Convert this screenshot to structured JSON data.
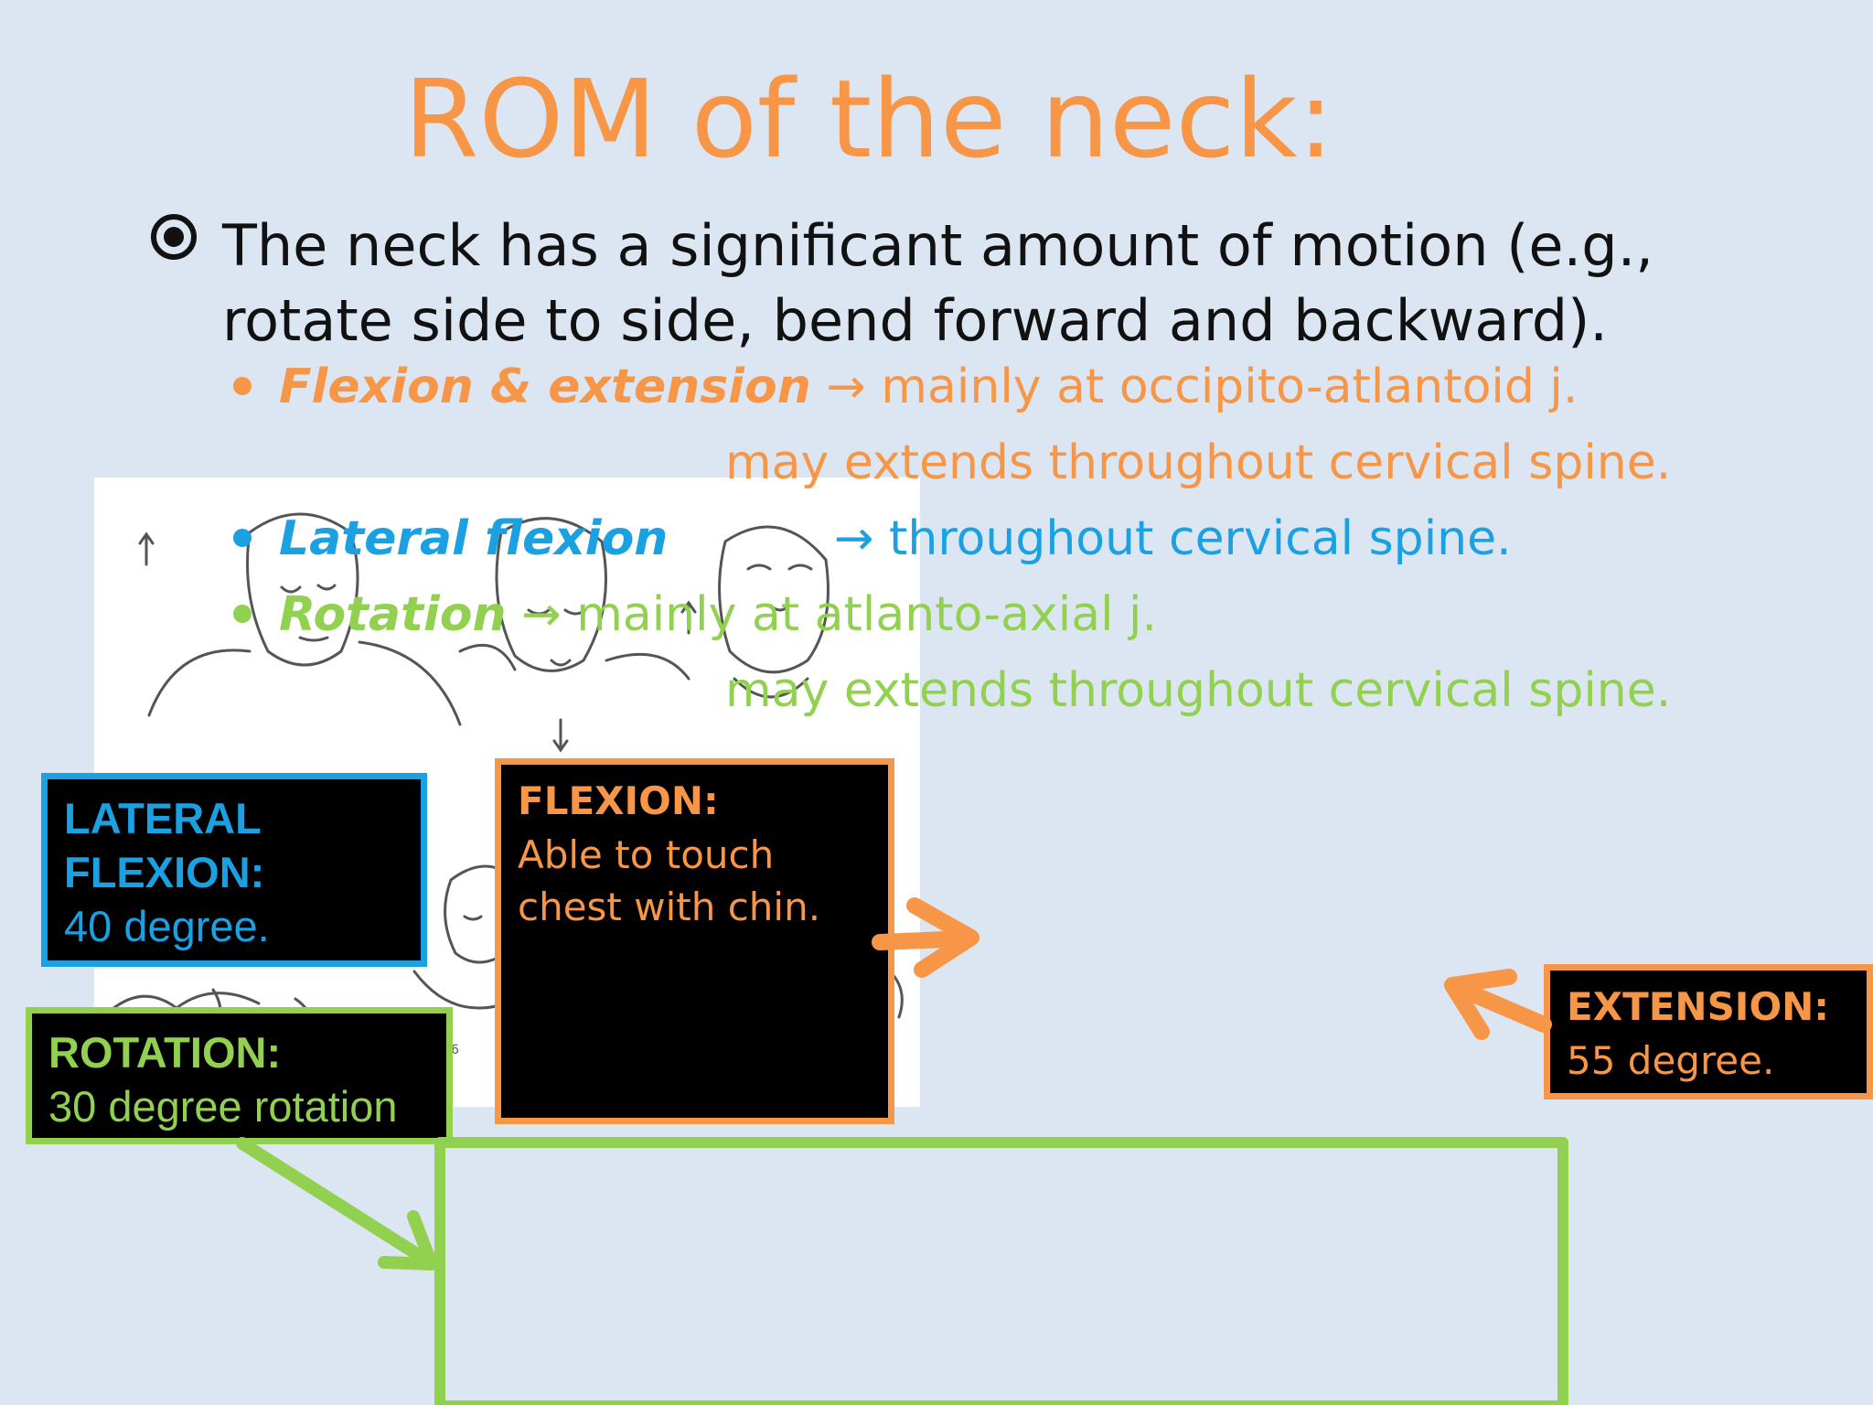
{
  "slide": {
    "title": "ROM of the neck:",
    "bullet": "The neck has a significant amount of motion (e.g., rotate side to side, bend forward and backward).",
    "sub_items": [
      {
        "term": "Flexion & extension",
        "arrow": "→",
        "desc": "mainly at occipito-atlantoid j.",
        "cont": "may extends throughout cervical spine."
      },
      {
        "term": "Lateral flexion",
        "arrow": "→",
        "desc": "throughout cervical spine."
      },
      {
        "term": "Rotation",
        "arrow": "→",
        "desc": "mainly at atlanto-axial j.",
        "cont": "may extends throughout cervical spine."
      }
    ],
    "figure_number": "6"
  },
  "labels": {
    "lateral": {
      "title_line1": "LATERAL",
      "title_line2": "FLEXION:",
      "body": "40 degree."
    },
    "rotation": {
      "title": "ROTATION:",
      "body": "30 degree rotation"
    },
    "flexion": {
      "title": "FLEXION:",
      "body_line1": "Able to touch",
      "body_line2": "chest with chin."
    },
    "extension": {
      "title": "EXTENSION:",
      "body": "55 degree."
    }
  },
  "colors": {
    "background": "#dce6f2",
    "orange": "#f79646",
    "blue": "#1ba1e2",
    "green": "#92d050",
    "black": "#000000"
  },
  "icons": [
    "target-bullet-icon",
    "arrow-right-icon"
  ]
}
